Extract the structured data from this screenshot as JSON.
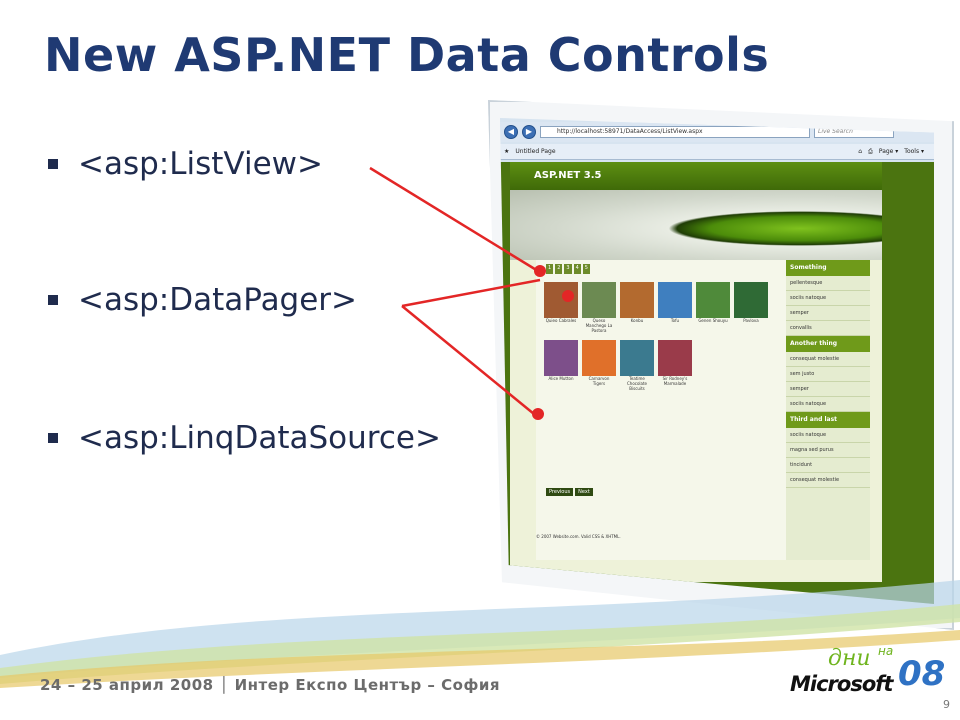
{
  "slide": {
    "title": "New ASP.NET Data Controls",
    "bullets": [
      "<asp:ListView>",
      "<asp:DataPager>",
      "<asp:LinqDataSource>"
    ],
    "event_line": "24 – 25 април 2008 │ Интер Експо Център – София",
    "page_number": "9",
    "accent_color": "#1f3a73",
    "callout_color": "#e32626"
  },
  "logo": {
    "dni": "дни",
    "na": "на",
    "microsoft": "Microsoft",
    "year": "08"
  },
  "browser": {
    "url": "http://localhost:58971/DataAccess/ListView.aspx",
    "search_placeholder": "Live Search",
    "tab_label": "Untitled Page",
    "commands": [
      "Page ▾",
      "Tools ▾"
    ]
  },
  "site": {
    "title": "ASP.NET 3.5",
    "pager_top": [
      "1",
      "2",
      "3",
      "4",
      "5"
    ],
    "photo_captions": [
      "Quieo Cabrales",
      "Queso Manchego La Pastora",
      "Konbu",
      "Tofu",
      "Genen Shouyu",
      "Pavlova",
      "Alice Mutton",
      "Carnarvon Tigers",
      "Teatime Chocolate Biscuits",
      "Sir Rodney's Marmalade"
    ],
    "pager_bottom": [
      "Previous",
      "Next"
    ],
    "sidebar": [
      {
        "heading": "Something",
        "items": [
          "pellentesque",
          "sociis natoque",
          "semper",
          "convallis"
        ]
      },
      {
        "heading": "Another thing",
        "items": [
          "consequat molestie",
          "sem justo",
          "semper",
          "sociis natoque"
        ]
      },
      {
        "heading": "Third and last",
        "items": [
          "sociis natoque",
          "magna sed purus",
          "tincidunt",
          "consequat molestie"
        ]
      }
    ],
    "footer": "© 2007 Website.com. Valid CSS & XHTML."
  }
}
